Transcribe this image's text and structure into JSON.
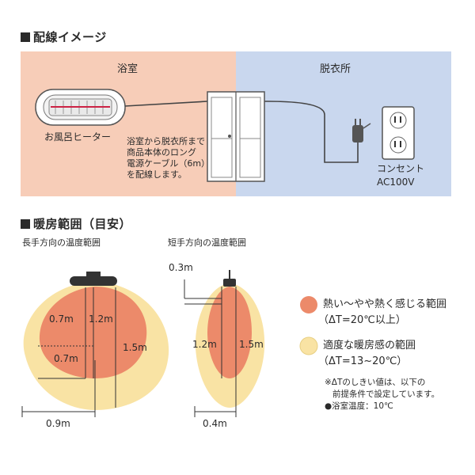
{
  "wiring": {
    "heading": "配線イメージ",
    "bathroom_label": "浴室",
    "dressing_label": "脱衣所",
    "heater_label": "お風呂ヒーター",
    "cable_note": [
      "浴室から脱衣所まで",
      "商品本体のロング",
      "電源ケーブル（6m）",
      "を配線します。"
    ],
    "outlet_label": [
      "コンセント",
      "AC100V"
    ]
  },
  "heating": {
    "heading": "暖房範囲（目安）",
    "long_title": "長手方向の温度範囲",
    "short_title": "短手方向の温度範囲",
    "long_dims": {
      "d1": "0.7m",
      "d2": "1.2m",
      "d3": "0.7m",
      "d4": "1.5m",
      "width": "0.9m"
    },
    "short_dims": {
      "top": "0.3m",
      "d1": "1.2m",
      "d2": "1.5m",
      "width": "0.4m"
    }
  },
  "legend": {
    "hot_label": "熱い〜やや熱く感じる範囲",
    "hot_delta": "（ΔT=20℃以上）",
    "warm_label": "適度な暖房感の範囲",
    "warm_delta": "（ΔT=13~20℃）",
    "note": [
      "※ΔTのしきい値は、以下の",
      "前提条件で設定しています。",
      "●浴室温度：10℃"
    ]
  },
  "colors": {
    "bathroom_bg": "#f7cdb8",
    "dressing_bg": "#c9d7ee",
    "hot": "#ec8a6a",
    "warm": "#f9e3a4"
  }
}
